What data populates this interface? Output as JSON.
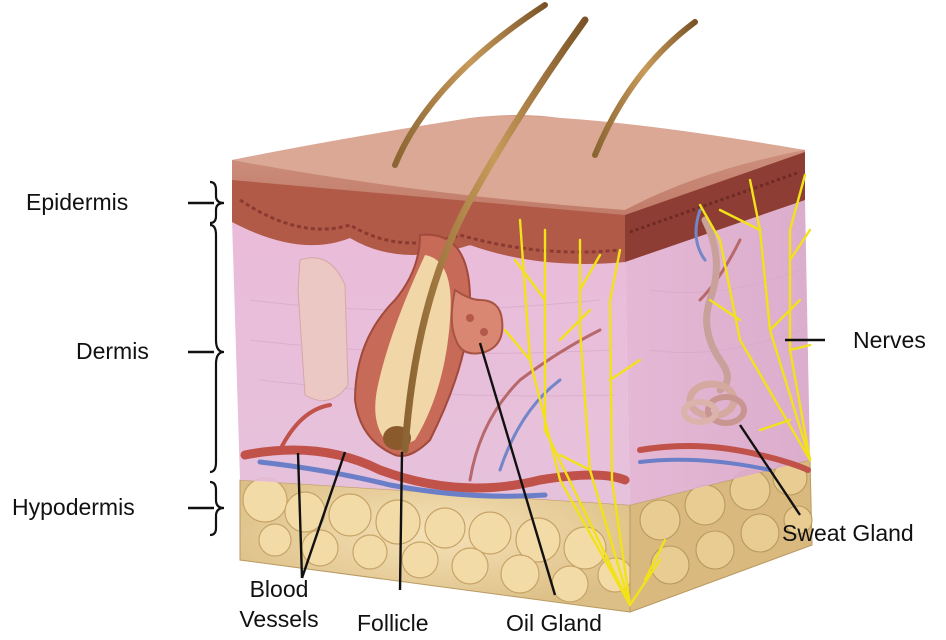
{
  "labels": {
    "epidermis": "Epidermis",
    "dermis": "Dermis",
    "hypodermis": "Hypodermis",
    "blood_vessels_line1": "Blood",
    "blood_vessels_line2": "Vessels",
    "follicle": "Follicle",
    "oil_gland": "Oil Gland",
    "nerves": "Nerves",
    "sweat_gland": "Sweat Gland"
  },
  "colors": {
    "nerves": "#f2e21a",
    "epidermis": "#b25a48",
    "dermis": "#e8b6d6",
    "hypodermis": "#f3dba8",
    "artery": "#c0524a",
    "vein": "#6b7fc8"
  }
}
